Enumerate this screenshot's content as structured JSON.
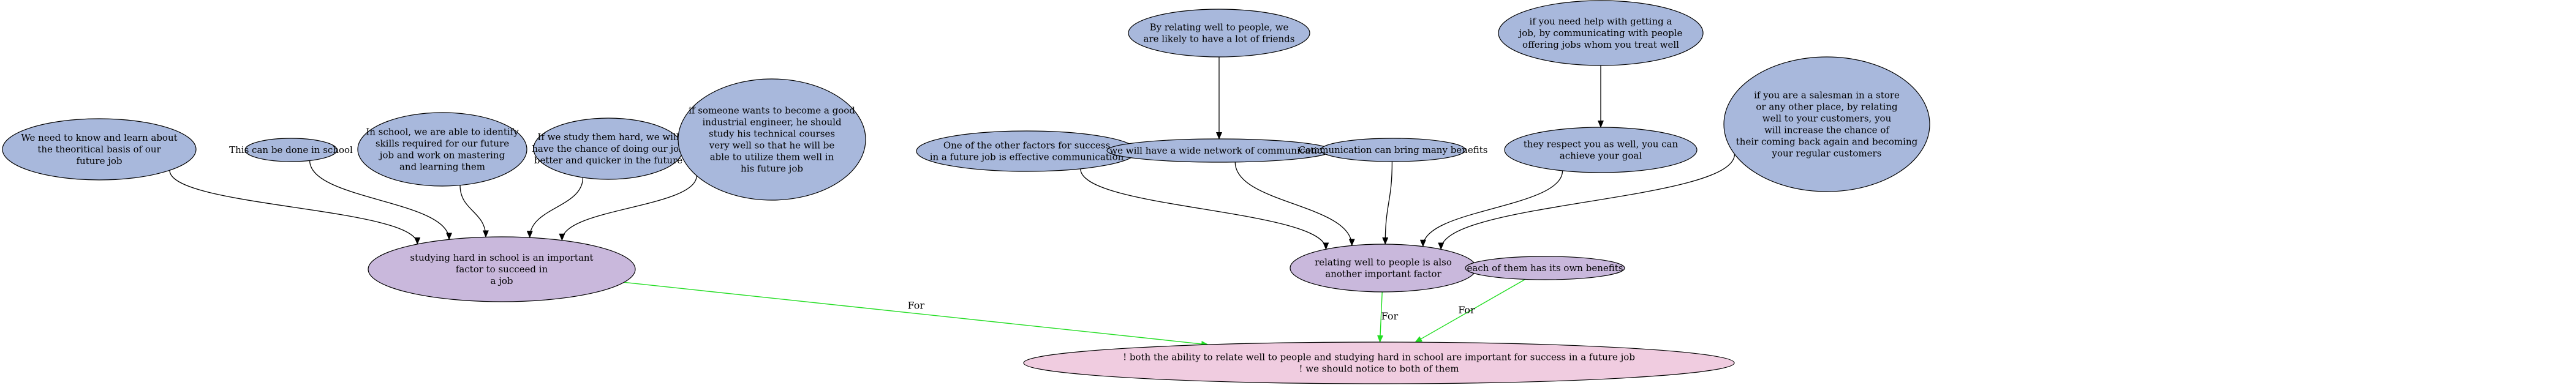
{
  "colors": {
    "premise": "#a8b8dc",
    "claim": "#c9b8dc",
    "conclusion": "#f0cce0",
    "edge": "#000000",
    "support_edge": "#22dd22",
    "stroke": "#000000"
  },
  "nodes": [
    {
      "id": "n1",
      "type": "premise",
      "lines": [
        "We need to know and learn about",
        "the theoritical basis of our",
        "future job"
      ]
    },
    {
      "id": "n2",
      "type": "premise",
      "lines": [
        "This can be done in school"
      ]
    },
    {
      "id": "n3",
      "type": "premise",
      "lines": [
        "In school, we are able to identify",
        "skills required for our future",
        "job and work on mastering",
        "and learning them"
      ]
    },
    {
      "id": "n4",
      "type": "premise",
      "lines": [
        "If we study them hard, we will",
        "have the chance of doing our job",
        "better and quicker in the future"
      ]
    },
    {
      "id": "n5",
      "type": "premise",
      "lines": [
        "if someone wants to become a good",
        "industrial engineer, he should",
        "study his technical courses",
        "very well so that he will be",
        "able to utilize them well in",
        "his future job"
      ]
    },
    {
      "id": "n6",
      "type": "premise",
      "lines": [
        "One of the other factors for success",
        "in a future job is effective communication"
      ]
    },
    {
      "id": "n7",
      "type": "premise",
      "lines": [
        "By relating well to people, we",
        "are likely to have a lot of friends"
      ]
    },
    {
      "id": "n8",
      "type": "premise",
      "lines": [
        "we will have a wide network of communication"
      ]
    },
    {
      "id": "n9",
      "type": "premise",
      "lines": [
        "Communication can bring many benefits"
      ]
    },
    {
      "id": "n10",
      "type": "premise",
      "lines": [
        "if you need help with getting a",
        "job, by communicating with people",
        "offering jobs whom you treat well"
      ]
    },
    {
      "id": "n11",
      "type": "premise",
      "lines": [
        "they respect you as well, you can",
        "achieve your goal"
      ]
    },
    {
      "id": "n12",
      "type": "premise",
      "lines": [
        "if you are a salesman in a store",
        "or any other place, by relating",
        "well to your customers, you",
        "will increase the chance of",
        "their coming back again and becoming",
        "your regular customers"
      ]
    },
    {
      "id": "c1",
      "type": "claim",
      "lines": [
        "studying hard in school is an important",
        "factor to succeed in",
        "a job"
      ]
    },
    {
      "id": "c2",
      "type": "claim",
      "lines": [
        "relating well to people is also",
        "another important factor"
      ]
    },
    {
      "id": "c3",
      "type": "claim",
      "lines": [
        "each of them has its own benefits"
      ]
    },
    {
      "id": "mc",
      "type": "conclusion",
      "lines": [
        "! both the ability to relate well to people and studying hard in school are important for success in a future job",
        "! we should notice to both of them"
      ]
    }
  ],
  "edges": [
    {
      "from": "n1",
      "to": "c1",
      "label": ""
    },
    {
      "from": "n2",
      "to": "c1",
      "label": ""
    },
    {
      "from": "n3",
      "to": "c1",
      "label": ""
    },
    {
      "from": "n4",
      "to": "c1",
      "label": ""
    },
    {
      "from": "n5",
      "to": "c1",
      "label": ""
    },
    {
      "from": "n7",
      "to": "n8",
      "label": ""
    },
    {
      "from": "n10",
      "to": "n11",
      "label": ""
    },
    {
      "from": "n6",
      "to": "c2",
      "label": ""
    },
    {
      "from": "n8",
      "to": "c2",
      "label": ""
    },
    {
      "from": "n9",
      "to": "c2",
      "label": ""
    },
    {
      "from": "n11",
      "to": "c2",
      "label": ""
    },
    {
      "from": "n12",
      "to": "c2",
      "label": ""
    },
    {
      "from": "c1",
      "to": "mc",
      "label": "For"
    },
    {
      "from": "c2",
      "to": "mc",
      "label": "For"
    },
    {
      "from": "c3",
      "to": "mc",
      "label": "For"
    }
  ]
}
